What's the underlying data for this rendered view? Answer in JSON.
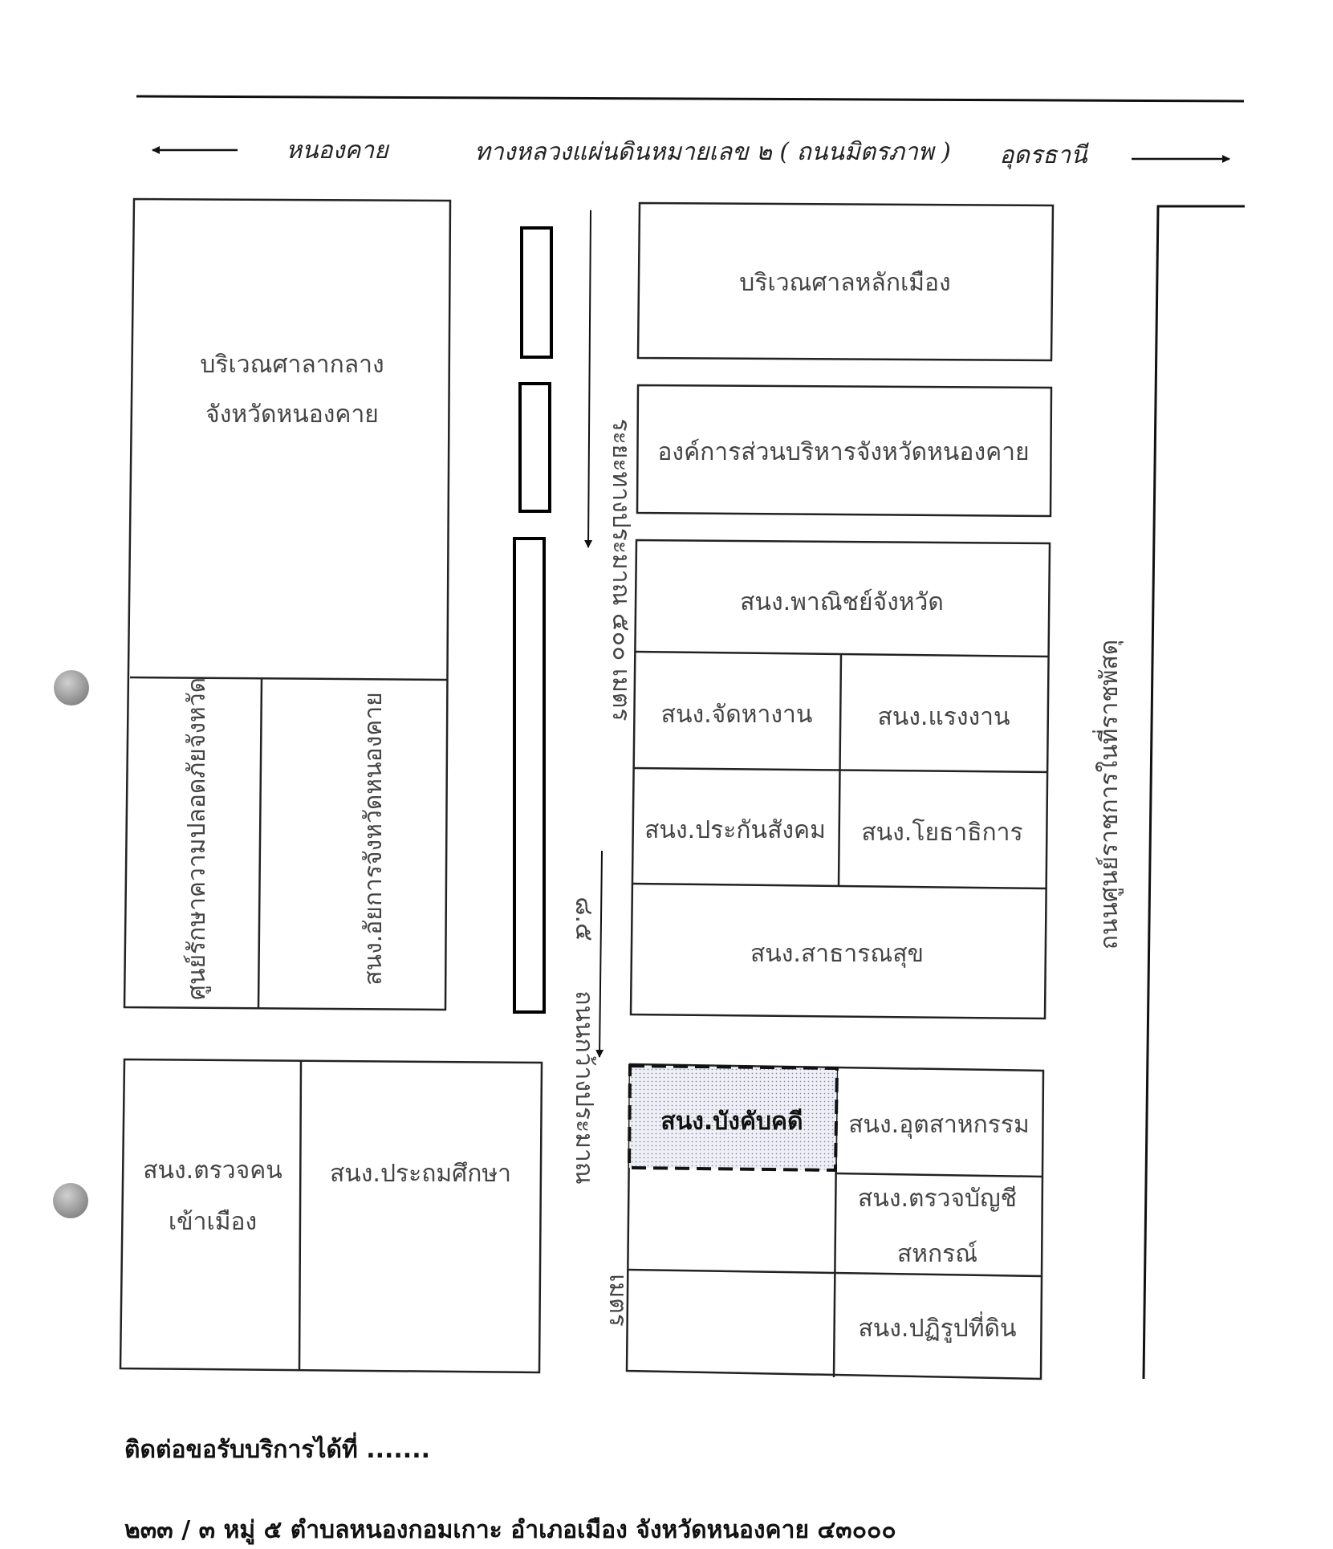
{
  "road": {
    "left_city": "หนองคาย",
    "highway": "ทางหลวงแผ่นดินหมายเลข ๒ ( ถนนมิตรภาพ )",
    "right_city": "อุดรธานี",
    "side_road": "ถนนศูนย์ราชการในที่ราชพัสดุ",
    "distance": "ระยะทางประมาณ ๕๐๐ เมตร",
    "width_line1": "ถนนกว้างประมาณ",
    "width_num": "๘.๕",
    "width_line2": "เมตร"
  },
  "buildings": {
    "city_pillar": "บริเวณศาลหลักเมือง",
    "pao": "องค์การส่วนบริหารจังหวัดหนองคาย",
    "commerce": "สนง.พาณิชย์จังหวัด",
    "employment": "สนง.จัดหางาน",
    "labour": "สนง.แรงงาน",
    "social_security": "สนง.ประกันสังคม",
    "public_works": "สนง.โยธาธิการ",
    "health": "สนง.สาธารณสุข",
    "city_hall_line1": "บริเวณศาลากลาง",
    "city_hall_line2": "จังหวัดหนองคาย",
    "safety_center": "ศูนย์รักษาความปลอดภัยจังหวัด",
    "attorney": "สนง.อัยการจังหวัดหนองคาย",
    "enforcement": "สนง.บังคับคดี",
    "industry": "สนง.อุตสาหกรรม",
    "coop_audit_line1": "สนง.ตรวจบัญชี",
    "coop_audit_line2": "สหกรณ์",
    "land_reform": "สนง.ปฏิรูปที่ดิน",
    "immigration_line1": "สนง.ตรวจคน",
    "immigration_line2": "เข้าเมือง",
    "primary_edu": "สนง.ประถมศึกษา"
  },
  "colors": {
    "highlight_fill": "#e6e7ef",
    "line": "#222222"
  },
  "footer": {
    "contact": "ติดต่อขอรับบริการได้ที่ .......",
    "address": "๒๓๓ / ๓  หมู่ ๕  ตำบลหนองกอมเกาะ  อำเภอเมือง  จังหวัดหนองคาย  ๔๓๐๐๐"
  }
}
